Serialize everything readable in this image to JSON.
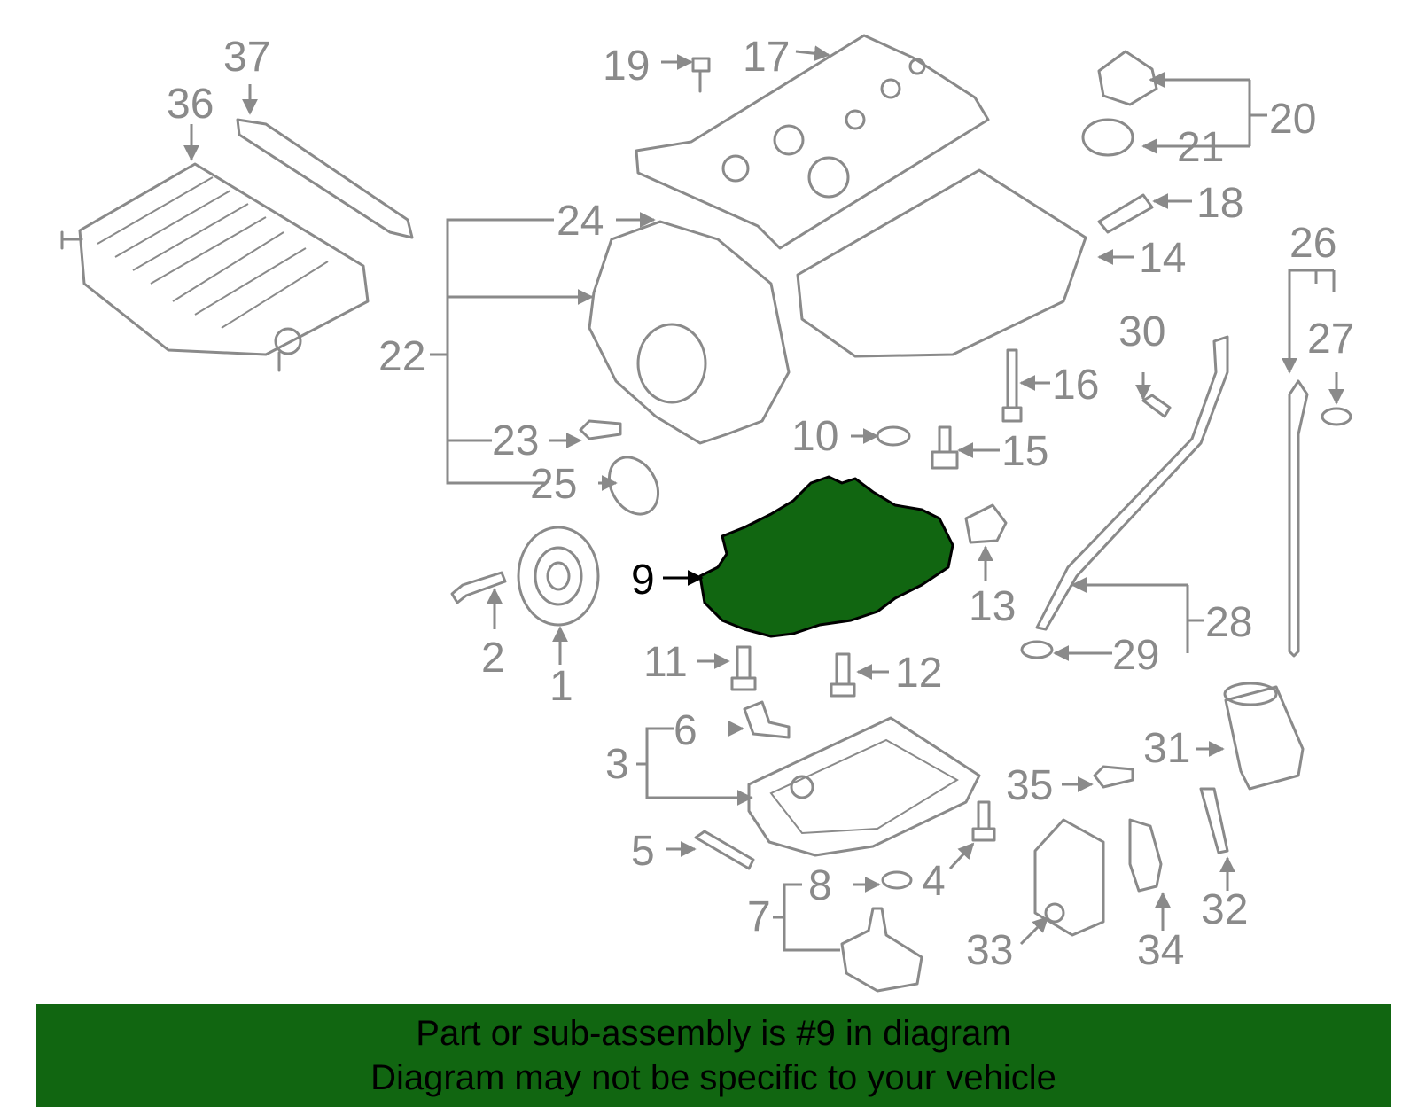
{
  "diagram": {
    "highlighted_part": "9",
    "highlight_color": "#116611",
    "line_color": "#8a8a8a",
    "callouts": {
      "c1": "1",
      "c2": "2",
      "c3": "3",
      "c4": "4",
      "c5": "5",
      "c6": "6",
      "c7": "7",
      "c8": "8",
      "c9": "9",
      "c10": "10",
      "c11": "11",
      "c12": "12",
      "c13": "13",
      "c14": "14",
      "c15": "15",
      "c16": "16",
      "c17": "17",
      "c18": "18",
      "c19": "19",
      "c20": "20",
      "c21": "21",
      "c22": "22",
      "c23": "23",
      "c24": "24",
      "c25": "25",
      "c26": "26",
      "c27": "27",
      "c28": "28",
      "c29": "29",
      "c30": "30",
      "c31": "31",
      "c32": "32",
      "c33": "33",
      "c34": "34",
      "c35": "35",
      "c36": "36",
      "c37": "37"
    }
  },
  "banner": {
    "background": "#116611",
    "line1": "Part or sub-assembly is #9 in diagram",
    "line2": "Diagram may not be specific to your vehicle"
  }
}
